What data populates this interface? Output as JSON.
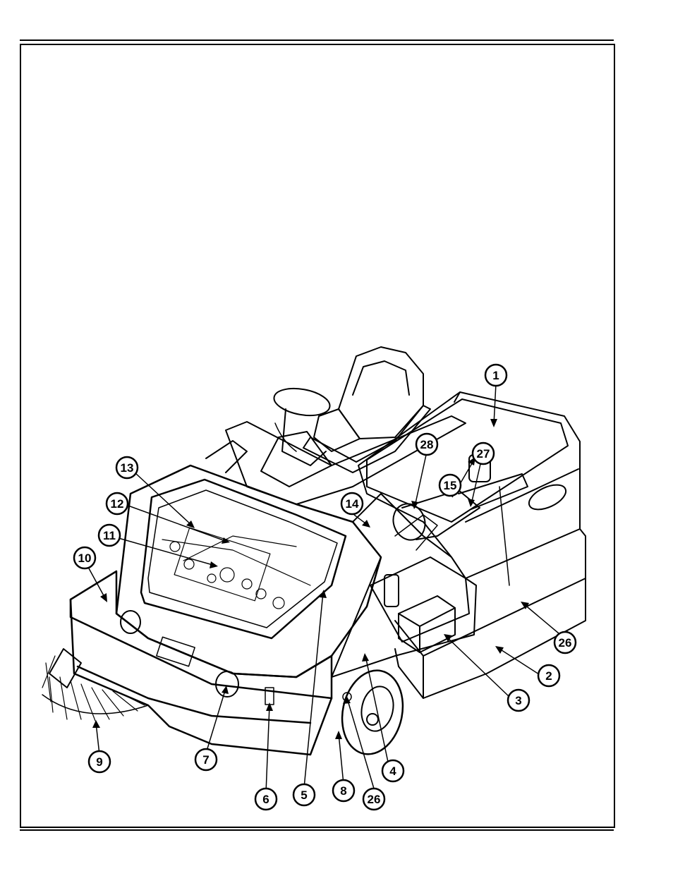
{
  "diagram": {
    "callouts": [
      "1",
      "2",
      "3",
      "4",
      "5",
      "6",
      "7",
      "8",
      "9",
      "10",
      "11",
      "12",
      "13",
      "14",
      "15",
      "26",
      "26",
      "27",
      "28"
    ]
  }
}
